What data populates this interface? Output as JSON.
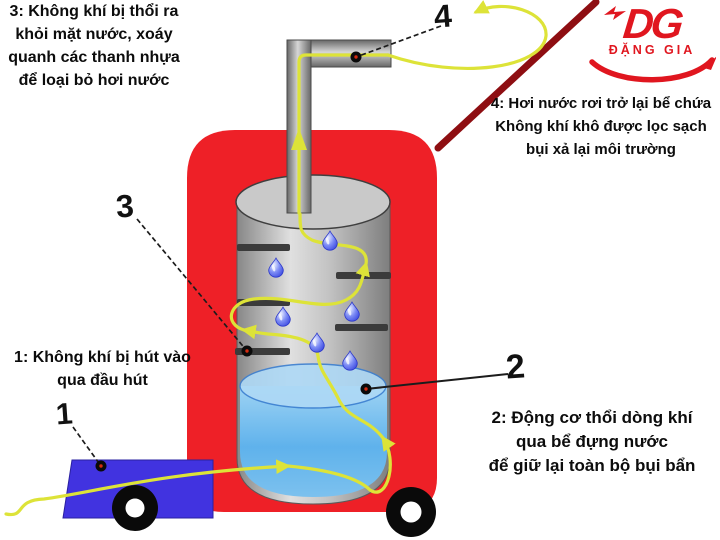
{
  "annotations": {
    "a1": {
      "marker": "1",
      "line1": "1: Không khí bị hút vào",
      "line2": "qua đầu hút"
    },
    "a2": {
      "marker": "2",
      "line1": "2: Động cơ thổi dòng khí",
      "line2": "qua bể đựng nước",
      "line3": "để giữ lại toàn bộ bụi bẩn"
    },
    "a3": {
      "marker": "3",
      "line1": "3: Không khí bị thổi ra",
      "line2": "khỏi mặt nước, xoáy",
      "line3": "quanh các thanh nhựa",
      "line4": "để loại bỏ hơi nước"
    },
    "a4": {
      "marker": "4",
      "line1": "4: Hơi nước rơi trở lại bể chứa",
      "line2": "Không khí khô được lọc sạch",
      "line3": "bụi xả lại môi trường"
    }
  },
  "logo": {
    "initials": "DG",
    "name": "ĐẶNG GIA"
  },
  "colors": {
    "container_red": "#ee2027",
    "pointer_dark_red": "#8e0e12",
    "cylinder_gray": "#bcbcbc",
    "bar_dark_gray": "#3b3b3b",
    "water_blue": "#5fb2ec",
    "droplet_blue": "#2330d8",
    "flow_yellow": "#dde338",
    "vacuum_head_blue": "#4133e0",
    "wheel_black": "#0a0a0a",
    "logo_red": "#e0161f",
    "text_black": "#0c0c0c"
  }
}
